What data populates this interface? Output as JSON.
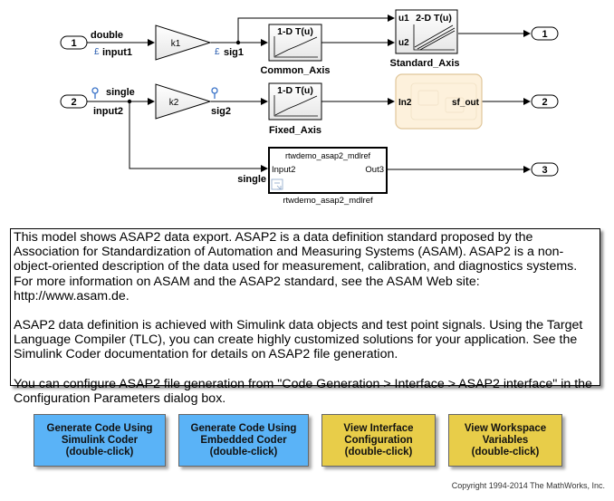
{
  "inports": [
    {
      "number": "1",
      "signal_type": "double",
      "signal_name": "input1"
    },
    {
      "number": "2",
      "signal_type": "single",
      "signal_name": "input2"
    }
  ],
  "outports": [
    {
      "number": "1"
    },
    {
      "number": "2"
    },
    {
      "number": "3"
    }
  ],
  "gains": [
    {
      "label": "k1",
      "output_signal": "sig1"
    },
    {
      "label": "k2",
      "output_signal": "sig2"
    }
  ],
  "lookup_tables": [
    {
      "title": "1-D T(u)",
      "name": "Common_Axis"
    },
    {
      "title": "2-D T(u)",
      "name": "Standard_Axis",
      "port1": "u1",
      "port2": "u2"
    },
    {
      "title": "1-D T(u)",
      "name": "Fixed_Axis"
    }
  ],
  "chart": {
    "input": "In2",
    "output": "sf_out"
  },
  "model_ref": {
    "model_name": "rtwdemo_asap2_mdlref",
    "block_name": "rtwdemo_asap2_mdlref",
    "input": "Input2",
    "output": "Out3",
    "input_signal_type": "single"
  },
  "description": [
    "This model shows ASAP2 data export.  ASAP2 is a data definition standard proposed by the Association for Standardization of Automation and Measuring Systems (ASAM). ASAP2 is a non-object-oriented description of the data used for measurement, calibration, and diagnostics systems. For more information on ASAM and the ASAP2 standard, see the ASAM Web site: http://www.asam.de.",
    "ASAP2 data definition is achieved with Simulink data objects and test point signals.  Using the Target Language Compiler (TLC), you can create highly customized solutions for your application. See the Simulink Coder documentation for details on ASAP2 file generation.",
    "You can configure ASAP2 file generation from \"Code Generation > Interface > ASAP2 interface\" in the Configuration Parameters dialog box."
  ],
  "buttons": [
    {
      "label": "Generate Code Using\nSimulink Coder\n(double-click)",
      "color": "#5ab3f7"
    },
    {
      "label": "Generate Code Using\nEmbedded Coder\n(double-click)",
      "color": "#5ab3f7"
    },
    {
      "label": "View Interface\nConfiguration\n(double-click)",
      "color": "#e8cd49"
    },
    {
      "label": "View Workspace\nVariables\n(double-click)",
      "color": "#e8cd49"
    }
  ],
  "copyright": "Copyright 1994-2014 The MathWorks, Inc.",
  "colors": {
    "chart_fill": "#fdf1dc",
    "chart_border": "#e0c69a",
    "signal_line": "#000000"
  }
}
